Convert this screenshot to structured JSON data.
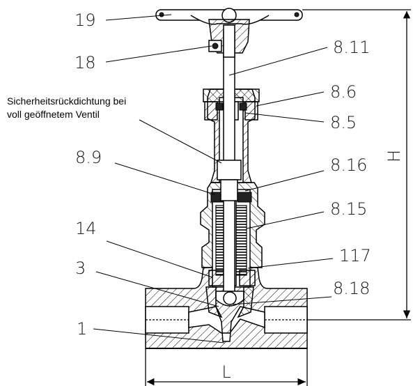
{
  "labels": {
    "p19": "19",
    "p18": "18",
    "p8_11": "8.11",
    "p8_6": "8.6",
    "p8_5": "8.5",
    "p8_9": "8.9",
    "p8_16": "8.16",
    "p8_15": "8.15",
    "p14": "14",
    "p117": "117",
    "p3": "3",
    "p8_18": "8.18",
    "p1": "1"
  },
  "note": {
    "line1": "Sicherheitsrückdichtung bei",
    "line2": "voll geöffnetem Ventil"
  },
  "dimensions": {
    "height": "H",
    "length": "L"
  }
}
